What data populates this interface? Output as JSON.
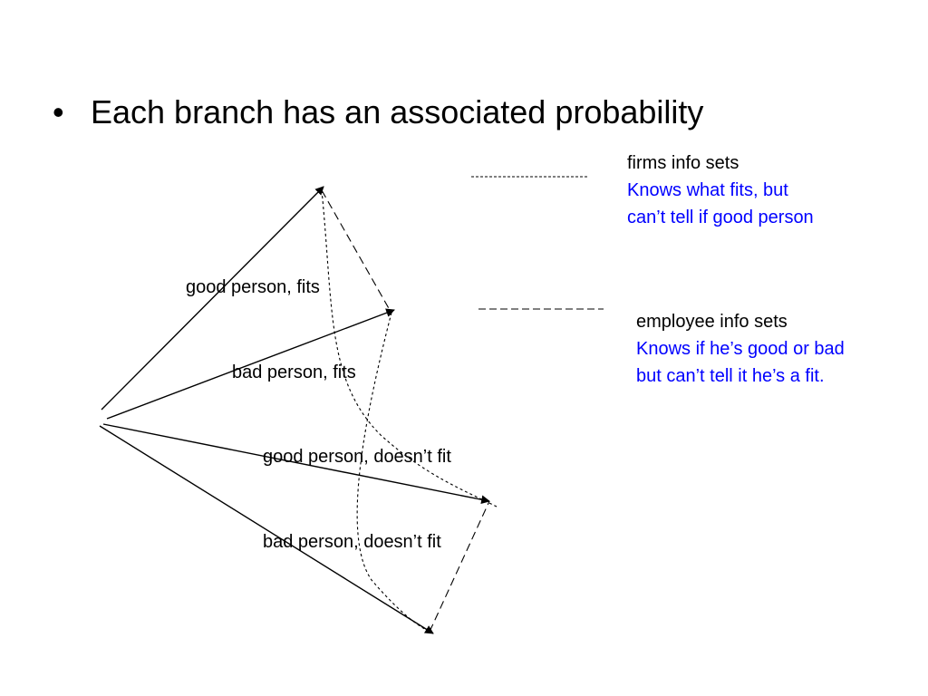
{
  "slide": {
    "bullet_symbol": "•",
    "bullet_text": "Each branch has an associated probability"
  },
  "branches": [
    {
      "label": "good person, fits"
    },
    {
      "label": "bad person, fits"
    },
    {
      "label": "good person, doesn’t fit"
    },
    {
      "label": "bad person, doesn’t fit"
    }
  ],
  "firms_info": {
    "title": "firms info sets",
    "line1": "Knows what fits, but",
    "line2": "can’t tell if good person"
  },
  "employee_info": {
    "title": "employee info sets",
    "line1": "Knows if he’s good or bad",
    "line2": "but can’t tell it he’s a fit."
  },
  "colors": {
    "text": "#000000",
    "accent": "#0000ff"
  }
}
